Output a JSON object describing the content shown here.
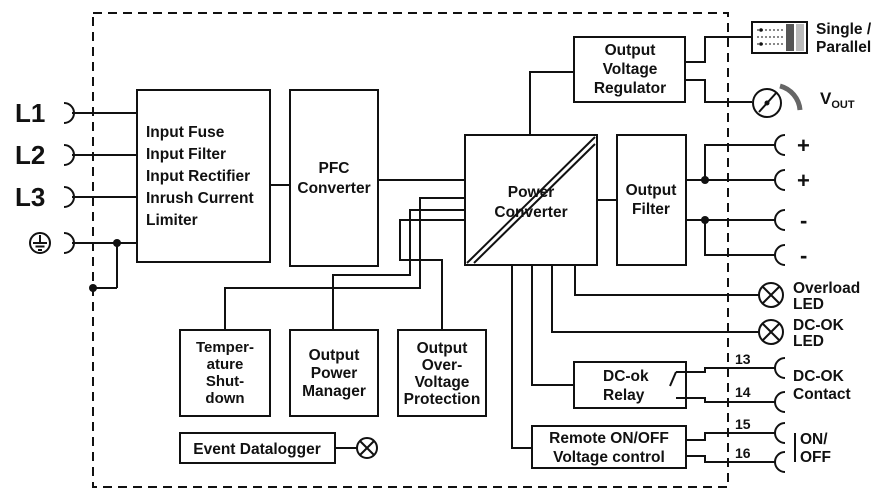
{
  "blocks": {
    "input": [
      "Input Fuse",
      "Input Filter",
      "Input Rectifier",
      "Inrush Current",
      "Limiter"
    ],
    "pfc": [
      "PFC",
      "Converter"
    ],
    "power": [
      "Power",
      "Converter"
    ],
    "regulator": [
      "Output",
      "Voltage",
      "Regulator"
    ],
    "filter": [
      "Output",
      "Filter"
    ],
    "temp": [
      "Temper-",
      "ature",
      "Shut-",
      "down"
    ],
    "manager": [
      "Output",
      "Power",
      "Manager"
    ],
    "ovp": [
      "Output",
      "Over-",
      "Voltage",
      "Protection"
    ],
    "relay": [
      "DC-ok",
      "Relay"
    ],
    "remote": [
      "Remote ON/OFF",
      "Voltage control"
    ],
    "datalogger": "Event Datalogger"
  },
  "inputs": {
    "l1": "L1",
    "l2": "L2",
    "l3": "L3"
  },
  "outputs": {
    "single_parallel": [
      "Single /",
      "Parallel"
    ],
    "vout_main": "V",
    "vout_sub": "OUT",
    "plus": "+",
    "minus": "-",
    "overload_led": [
      "Overload",
      "LED"
    ],
    "dcok_led": [
      "DC-OK",
      "LED"
    ],
    "dcok_contact": [
      "DC-OK",
      "Contact"
    ],
    "on_off": [
      "ON/",
      "OFF"
    ]
  },
  "terminals": {
    "t13": "13",
    "t14": "14",
    "t15": "15",
    "t16": "16"
  },
  "icons": [
    "ground-icon",
    "lamp-icon",
    "switch-icon",
    "potentiometer-icon",
    "relay-contact-icon"
  ]
}
